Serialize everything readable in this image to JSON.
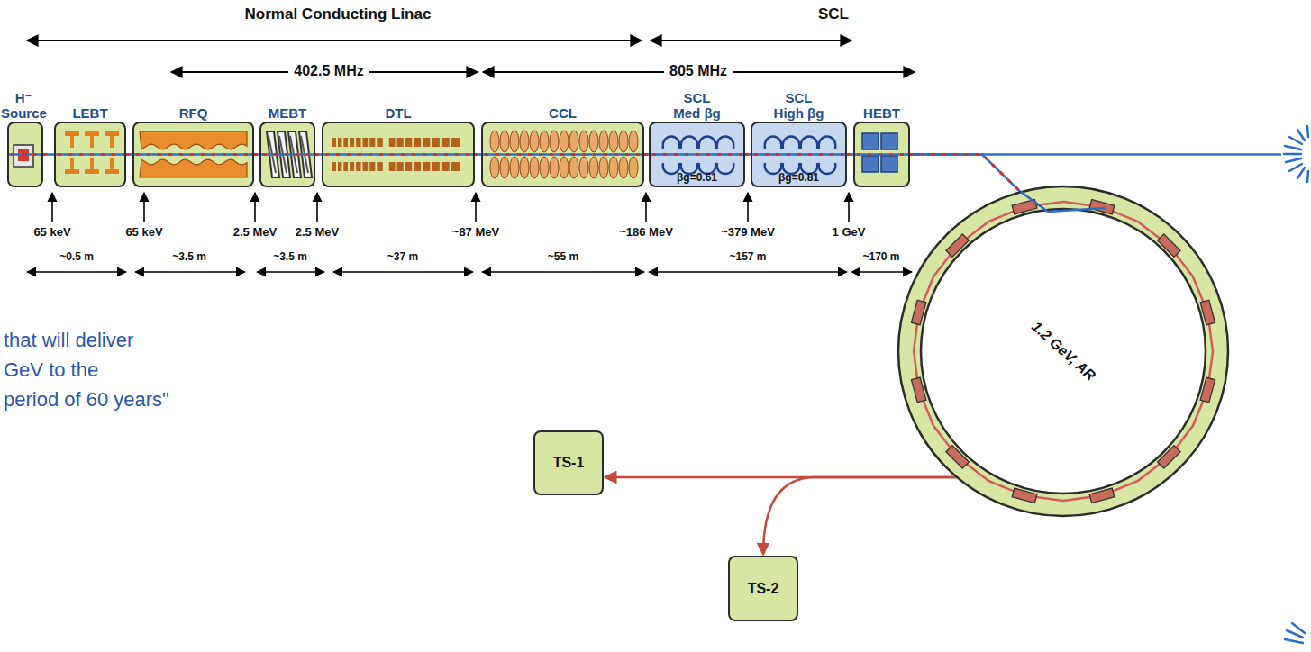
{
  "diagram": {
    "nodes": [
      {
        "text": [
          "H⁻ Source"
        ]
      },
      {
        "text": [
          "LEBT"
        ]
      },
      {
        "text": [
          "RFQ"
        ]
      },
      {
        "text": [
          "MEBT"
        ]
      },
      {
        "text": [
          "DTL"
        ]
      },
      {
        "text": [
          "CCL"
        ]
      },
      {
        "text": [
          "SCL Med βg",
          "βg=0.61"
        ]
      },
      {
        "text": [
          "SCL High βg",
          "βg=0.81"
        ]
      },
      {
        "text": [
          "HEBT"
        ]
      },
      {
        "text": [
          "1.2 GeV, AR"
        ]
      },
      {
        "text": [
          "TS-1"
        ]
      },
      {
        "text": [
          "TS-2"
        ]
      }
    ],
    "edges": [
      {
        "from": 0,
        "to": 1,
        "arrow": "none"
      },
      {
        "from": 1,
        "to": 2,
        "arrow": "none"
      },
      {
        "from": 2,
        "to": 3,
        "arrow": "none"
      },
      {
        "from": 3,
        "to": 4,
        "arrow": "none"
      },
      {
        "from": 4,
        "to": 5,
        "arrow": "none"
      },
      {
        "from": 5,
        "to": 6,
        "arrow": "none"
      },
      {
        "from": 6,
        "to": 7,
        "arrow": "none"
      },
      {
        "from": 7,
        "to": 8,
        "arrow": "none"
      },
      {
        "from": 8,
        "to": 9,
        "arrow": "none"
      },
      {
        "from": 9,
        "to": 10,
        "arrow": "to"
      },
      {
        "from": 9,
        "to": 11,
        "arrow": "to"
      }
    ],
    "labels": [
      "Normal Conducting Linac",
      "SCL",
      "402.5 MHz",
      "805 MHz",
      "65 keV",
      "65 keV",
      "2.5 MeV",
      "2.5 MeV",
      "~87 MeV",
      "~186 MeV",
      "~379 MeV",
      "1 GeV",
      "~0.5 m",
      "~3.5 m",
      "~3.5 m",
      "~37 m",
      "~55 m",
      "~157 m",
      "~170 m",
      "that will deliver",
      "GeV to the",
      "period of 60 years\""
    ]
  }
}
